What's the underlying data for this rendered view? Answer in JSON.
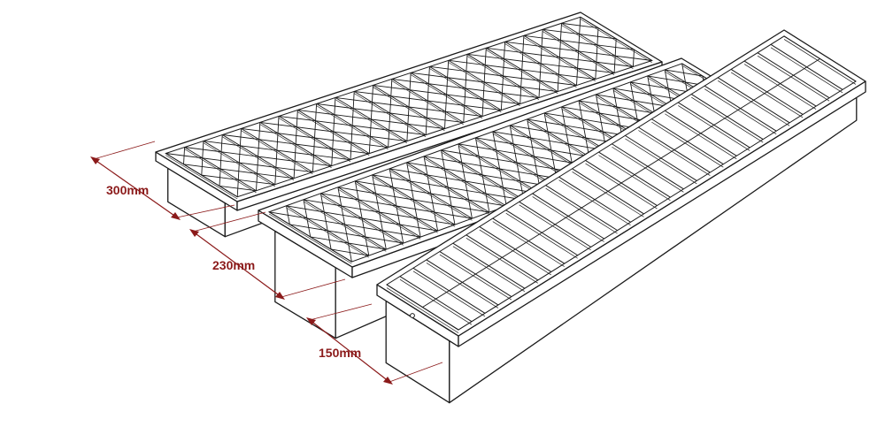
{
  "colors": {
    "line": "#1a1a1a",
    "dimension": "#8b1a1a",
    "background": "#ffffff"
  },
  "channels": [
    {
      "label": "300mm",
      "grate": "diamond-mesh",
      "bars": 22
    },
    {
      "label": "230mm",
      "grate": "diamond-mesh",
      "bars": 24
    },
    {
      "label": "150mm",
      "grate": "slotted-bars",
      "bars": 30
    }
  ]
}
